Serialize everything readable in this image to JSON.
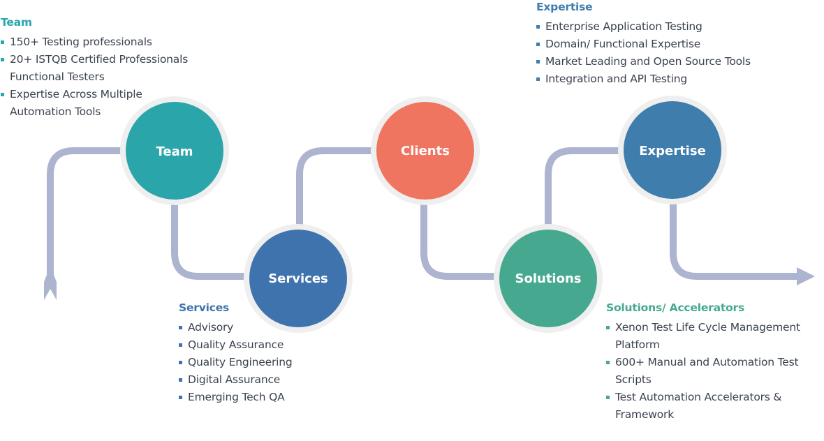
{
  "colors": {
    "connector": "#adb4cf",
    "ring": "#efefef",
    "team": "#2aa6ab",
    "services": "#3f73ae",
    "clients": "#f07561",
    "solutions": "#46a98f",
    "expertise": "#3f7dad",
    "text": "#3b4350"
  },
  "nodes": [
    {
      "id": "team",
      "label": "Team"
    },
    {
      "id": "services",
      "label": "Services"
    },
    {
      "id": "clients",
      "label": "Clients"
    },
    {
      "id": "solutions",
      "label": "Solutions"
    },
    {
      "id": "expertise",
      "label": "Expertise"
    }
  ],
  "blocks": {
    "team": {
      "title": "Team",
      "items": [
        "150+ Testing professionals",
        "20+ ISTQB Certified Professionals Functional Testers",
        "Expertise Across Multiple Automation Tools"
      ]
    },
    "expertise": {
      "title": "Expertise",
      "items": [
        "Enterprise Application Testing",
        "Domain/ Functional Expertise",
        "Market Leading and Open Source Tools",
        "Integration and API Testing"
      ]
    },
    "services": {
      "title": "Services",
      "items": [
        "Advisory",
        "Quality Assurance",
        "Quality Engineering",
        "Digital Assurance",
        "Emerging Tech QA"
      ]
    },
    "solutions": {
      "title": "Solutions/ Accelerators",
      "items": [
        "Xenon Test Life Cycle Management Platform",
        "600+ Manual and Automation Test Scripts",
        "Test Automation Accelerators & Framework"
      ]
    }
  }
}
